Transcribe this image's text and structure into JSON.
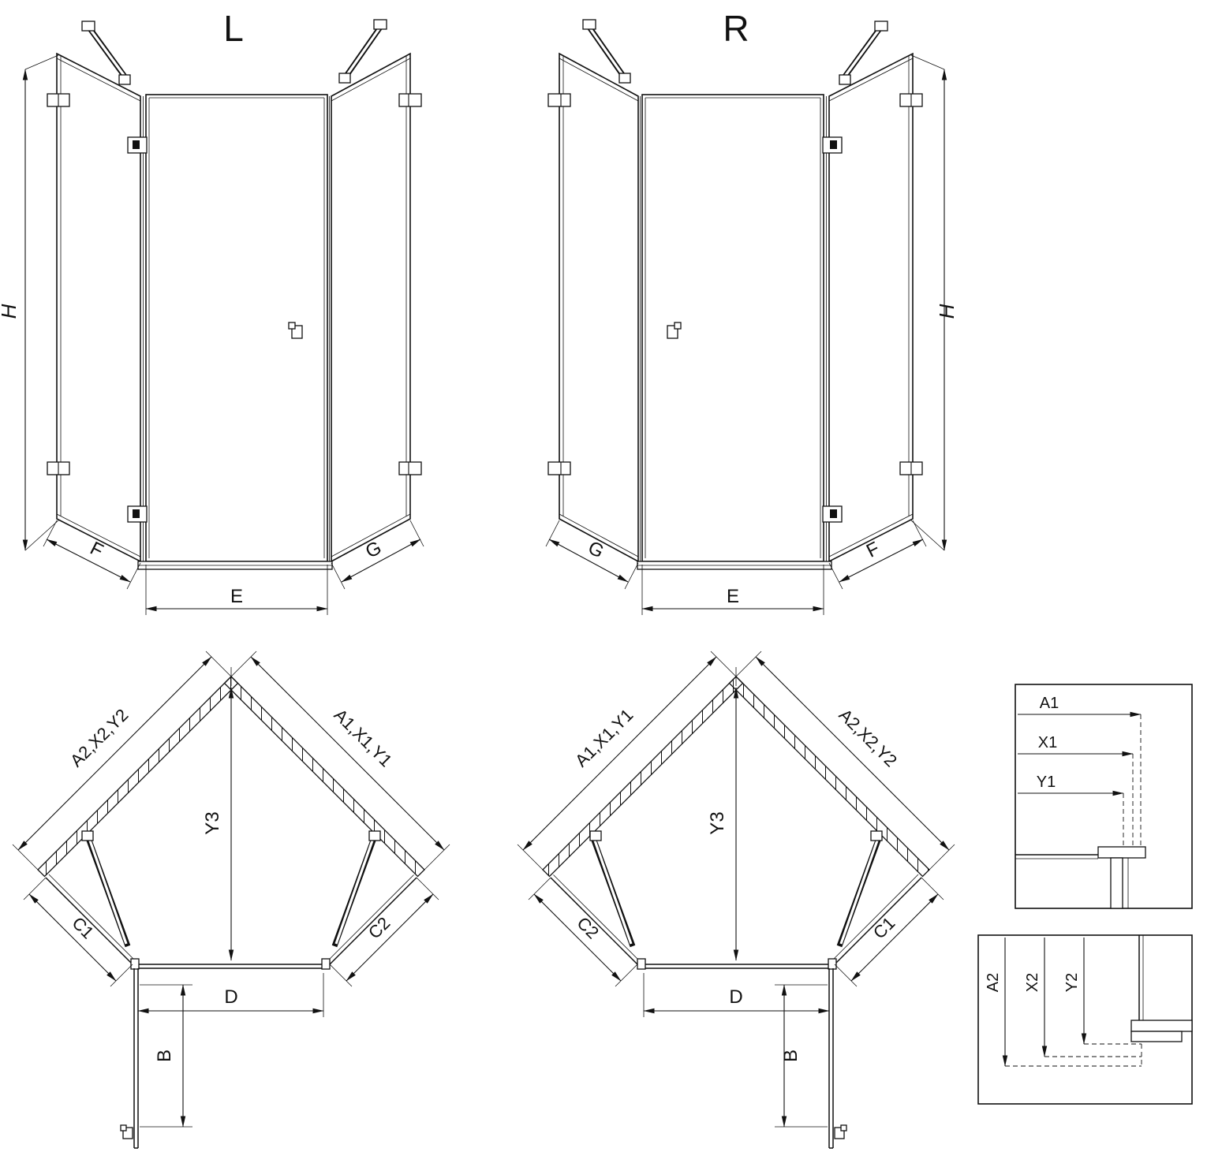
{
  "titles": {
    "left": "L",
    "right": "R"
  },
  "front_dims": {
    "h": "H",
    "e": "E",
    "f": "F",
    "g": "G"
  },
  "plan_dims": {
    "wall_a1": "A1,X1,Y1",
    "wall_a2": "A2,X2,Y2",
    "y3": "Y3",
    "c1": "C1",
    "c2": "C2",
    "d": "D",
    "b": "B"
  },
  "detail_top": {
    "a1": "A1",
    "x1": "X1",
    "y1": "Y1"
  },
  "detail_bottom": {
    "a2": "A2",
    "x2": "X2",
    "y2": "Y2"
  },
  "colors": {
    "line": "#111111",
    "background": "#ffffff"
  }
}
